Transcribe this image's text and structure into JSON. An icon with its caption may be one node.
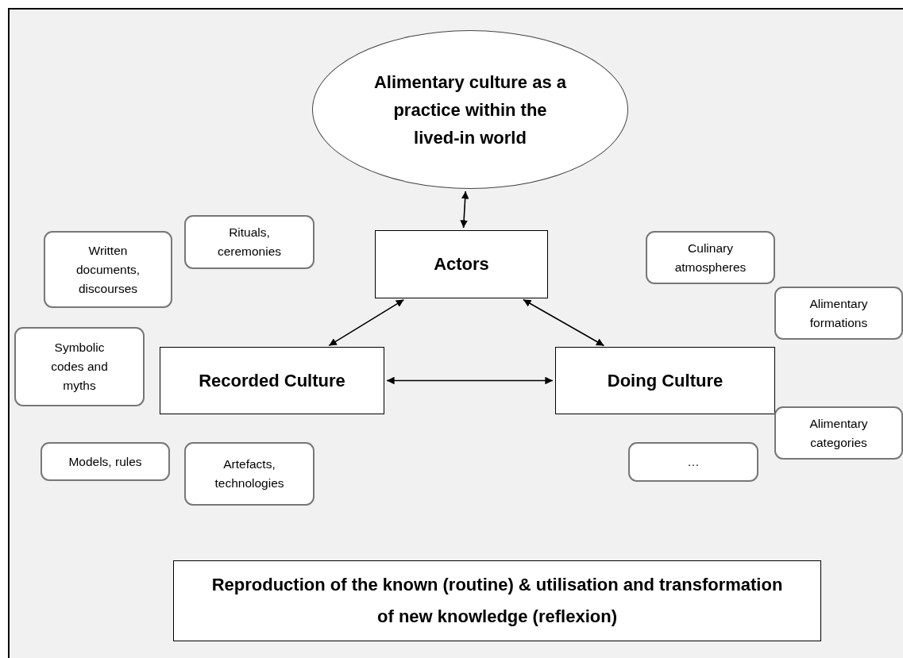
{
  "diagram": {
    "nodes": [
      {
        "text": [
          "Alimentary culture as a practice within the lived-in world"
        ]
      },
      {
        "text": [
          "Actors"
        ]
      },
      {
        "text": [
          "Recorded Culture"
        ]
      },
      {
        "text": [
          "Doing Culture"
        ]
      },
      {
        "text": [
          "Written documents, discourses"
        ]
      },
      {
        "text": [
          "Rituals, ceremonies"
        ]
      },
      {
        "text": [
          "Symbolic codes and myths"
        ]
      },
      {
        "text": [
          "Models, rules"
        ]
      },
      {
        "text": [
          "Artefacts, technologies"
        ]
      },
      {
        "text": [
          "Culinary atmospheres"
        ]
      },
      {
        "text": [
          "Alimentary formations"
        ]
      },
      {
        "text": [
          "Alimentary categories"
        ]
      },
      {
        "text": [
          "…"
        ]
      },
      {
        "text": [
          "Reproduction of the known (routine) & utilisation and transformation of new knowledge (reflexion)"
        ]
      }
    ],
    "edges": [
      {
        "from": 0,
        "to": 1,
        "arrow": "both"
      },
      {
        "from": 2,
        "to": 1,
        "arrow": "both"
      },
      {
        "from": 1,
        "to": 3,
        "arrow": "both"
      },
      {
        "from": 2,
        "to": 3,
        "arrow": "both"
      }
    ]
  }
}
